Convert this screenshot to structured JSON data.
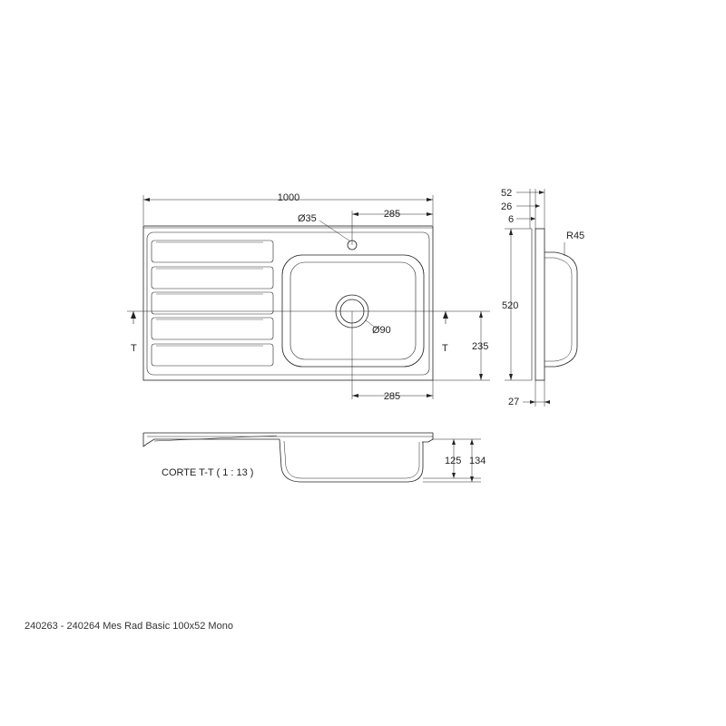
{
  "drawing": {
    "top_view": {
      "overall_width": "1000",
      "tap_hole_diameter": "Ø35",
      "tap_hole_offset": "285",
      "drain_diameter": "Ø90",
      "drain_offset": "285",
      "bowl_depth_from_edge": "235",
      "section_marker_left": "T",
      "section_marker_right": "T"
    },
    "side_view": {
      "dim_52": "52",
      "dim_26": "26",
      "dim_6": "6",
      "height": "520",
      "bottom_thickness": "27",
      "radius": "R45"
    },
    "section_view": {
      "caption": "CORTE T-T ( 1 : 13 )",
      "depth_inner": "125",
      "depth_outer": "134"
    }
  },
  "footer": {
    "label": "240263 - 240264 Mes Rad Basic 100x52 Mono"
  }
}
